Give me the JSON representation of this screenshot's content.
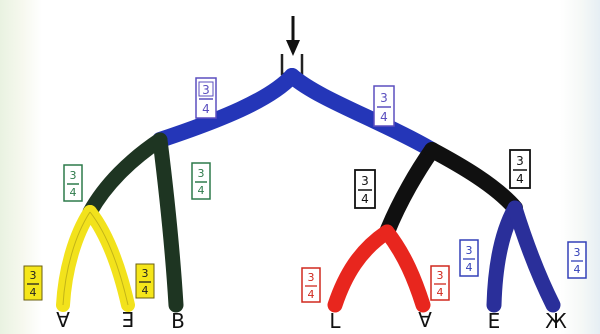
{
  "diagram": {
    "outlets": [
      {
        "id": "A",
        "label": "A",
        "color": "#f2e21c",
        "flipped": true
      },
      {
        "id": "E1",
        "label": "E",
        "color": "#f2e21c",
        "flipped": true
      },
      {
        "id": "B",
        "label": "B",
        "color": "#1f3a24",
        "flipped": false
      },
      {
        "id": "L",
        "label": "L",
        "color": "#e8261e",
        "flipped": false
      },
      {
        "id": "A2",
        "label": "A",
        "color": "#e8261e",
        "flipped": true
      },
      {
        "id": "E",
        "label": "E",
        "color": "#2a2f9a",
        "flipped": false
      },
      {
        "id": "ZH",
        "label": "Ж",
        "color": "#2a2f9a",
        "flipped": false
      }
    ],
    "fraction": {
      "numerator": "3",
      "denominator": "4"
    },
    "colors": {
      "blue": "#2436b8",
      "dark_green": "#1e3522",
      "black": "#101010",
      "yellow": "#f2e21c",
      "red": "#e8261e",
      "indigo": "#2a2f9a",
      "label_blue_frame": "#5b4fbf",
      "label_green_frame": "#2d7a4a",
      "label_black_frame": "#111111",
      "label_red_frame": "#d0281e",
      "label_indigo_frame": "#3340b8",
      "label_yellow_fill": "#f5e61a"
    }
  }
}
